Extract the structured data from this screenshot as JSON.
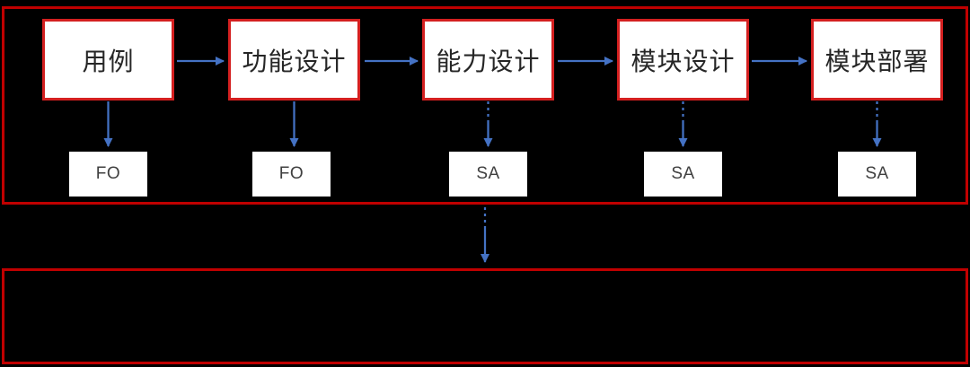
{
  "colors": {
    "page-bg": "#000000",
    "outer-border": "#c00000",
    "box-border": "#d42020",
    "box-bg": "#ffffff",
    "arrow": "#4472c4",
    "stage-text": "#262626",
    "artifact-text": "#404040"
  },
  "flow": {
    "stages": [
      {
        "label": "用例",
        "artifact": "FO",
        "artifact_arrow": "solid"
      },
      {
        "label": "功能设计",
        "artifact": "FO",
        "artifact_arrow": "solid"
      },
      {
        "label": "能力设计",
        "artifact": "SA",
        "artifact_arrow": "dashed"
      },
      {
        "label": "模块设计",
        "artifact": "SA",
        "artifact_arrow": "dashed"
      },
      {
        "label": "模块部署",
        "artifact": "SA",
        "artifact_arrow": "dashed"
      }
    ],
    "stage_connector_style": "solid",
    "section_connector_style": "dashed",
    "bottom_section_text": ""
  }
}
